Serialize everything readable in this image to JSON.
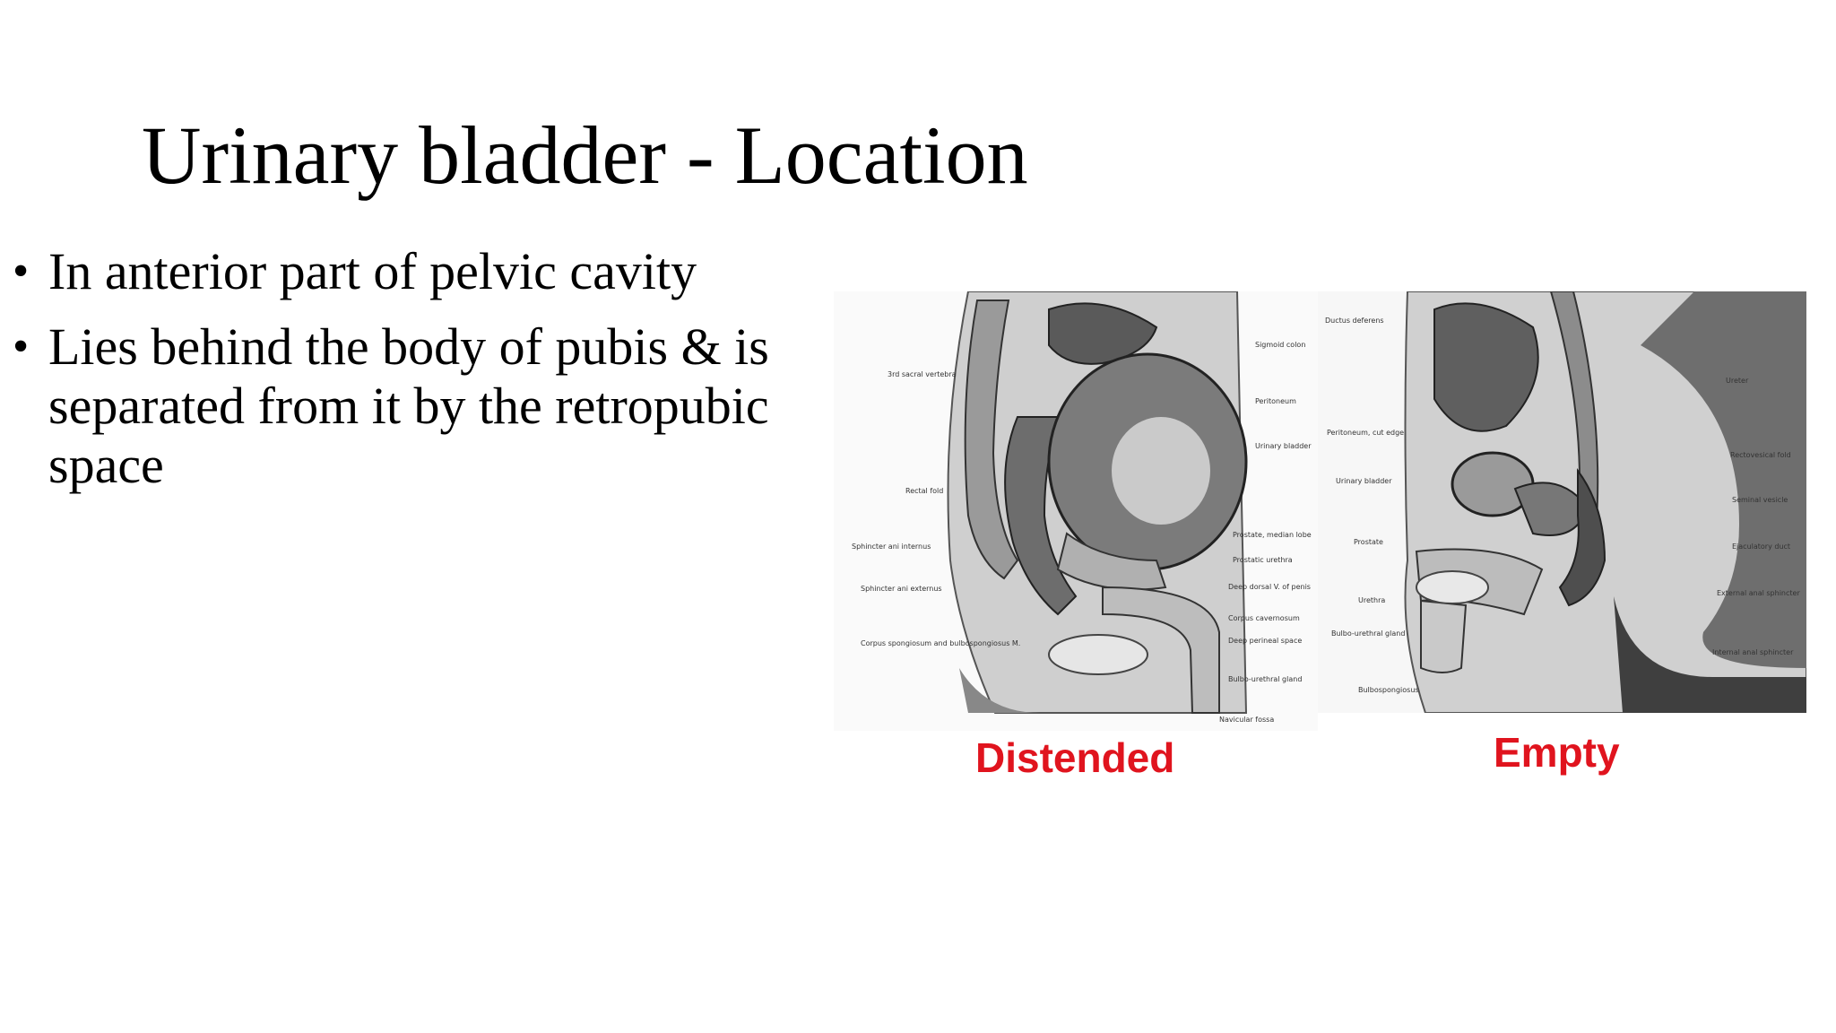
{
  "slide": {
    "title": "Urinary bladder - Location",
    "bullets": [
      "In anterior part of pelvic cavity",
      "Lies behind the body of pubis & is separated from it by the retropubic space"
    ],
    "bullet_glyph": "•"
  },
  "figures": {
    "left": {
      "caption": "Distended",
      "labels": {
        "l1": "3rd sacral vertebra",
        "l2": "Rectal fold",
        "l3": "Sphincter ani internus",
        "l4": "Sphincter ani externus",
        "l5": "Corpus spongiosum and bulbospongiosus M.",
        "r1": "Sigmoid colon",
        "r2": "Peritoneum",
        "r3": "Urinary bladder",
        "r4": "Prostate, median lobe",
        "r5": "Prostatic urethra",
        "r6": "Deep dorsal V. of penis",
        "r7": "Corpus cavernosum",
        "r8": "Deep perineal space",
        "r9": "Bulbo-urethral gland",
        "r10": "Navicular fossa"
      }
    },
    "right": {
      "caption": "Empty",
      "labels": {
        "l1": "Ductus deferens",
        "l2": "Peritoneum, cut edge",
        "l3": "Urinary bladder",
        "l4": "Prostate",
        "l5": "Urethra",
        "l6": "Bulbo-urethral gland",
        "l7": "Bulbospongiosus",
        "r1": "Ureter",
        "r2": "Rectovesical fold",
        "r3": "Seminal vesicle",
        "r4": "Ejaculatory duct",
        "r5": "External anal sphincter",
        "r6": "Internal anal sphincter"
      }
    },
    "caption_color": "#e0141e"
  }
}
